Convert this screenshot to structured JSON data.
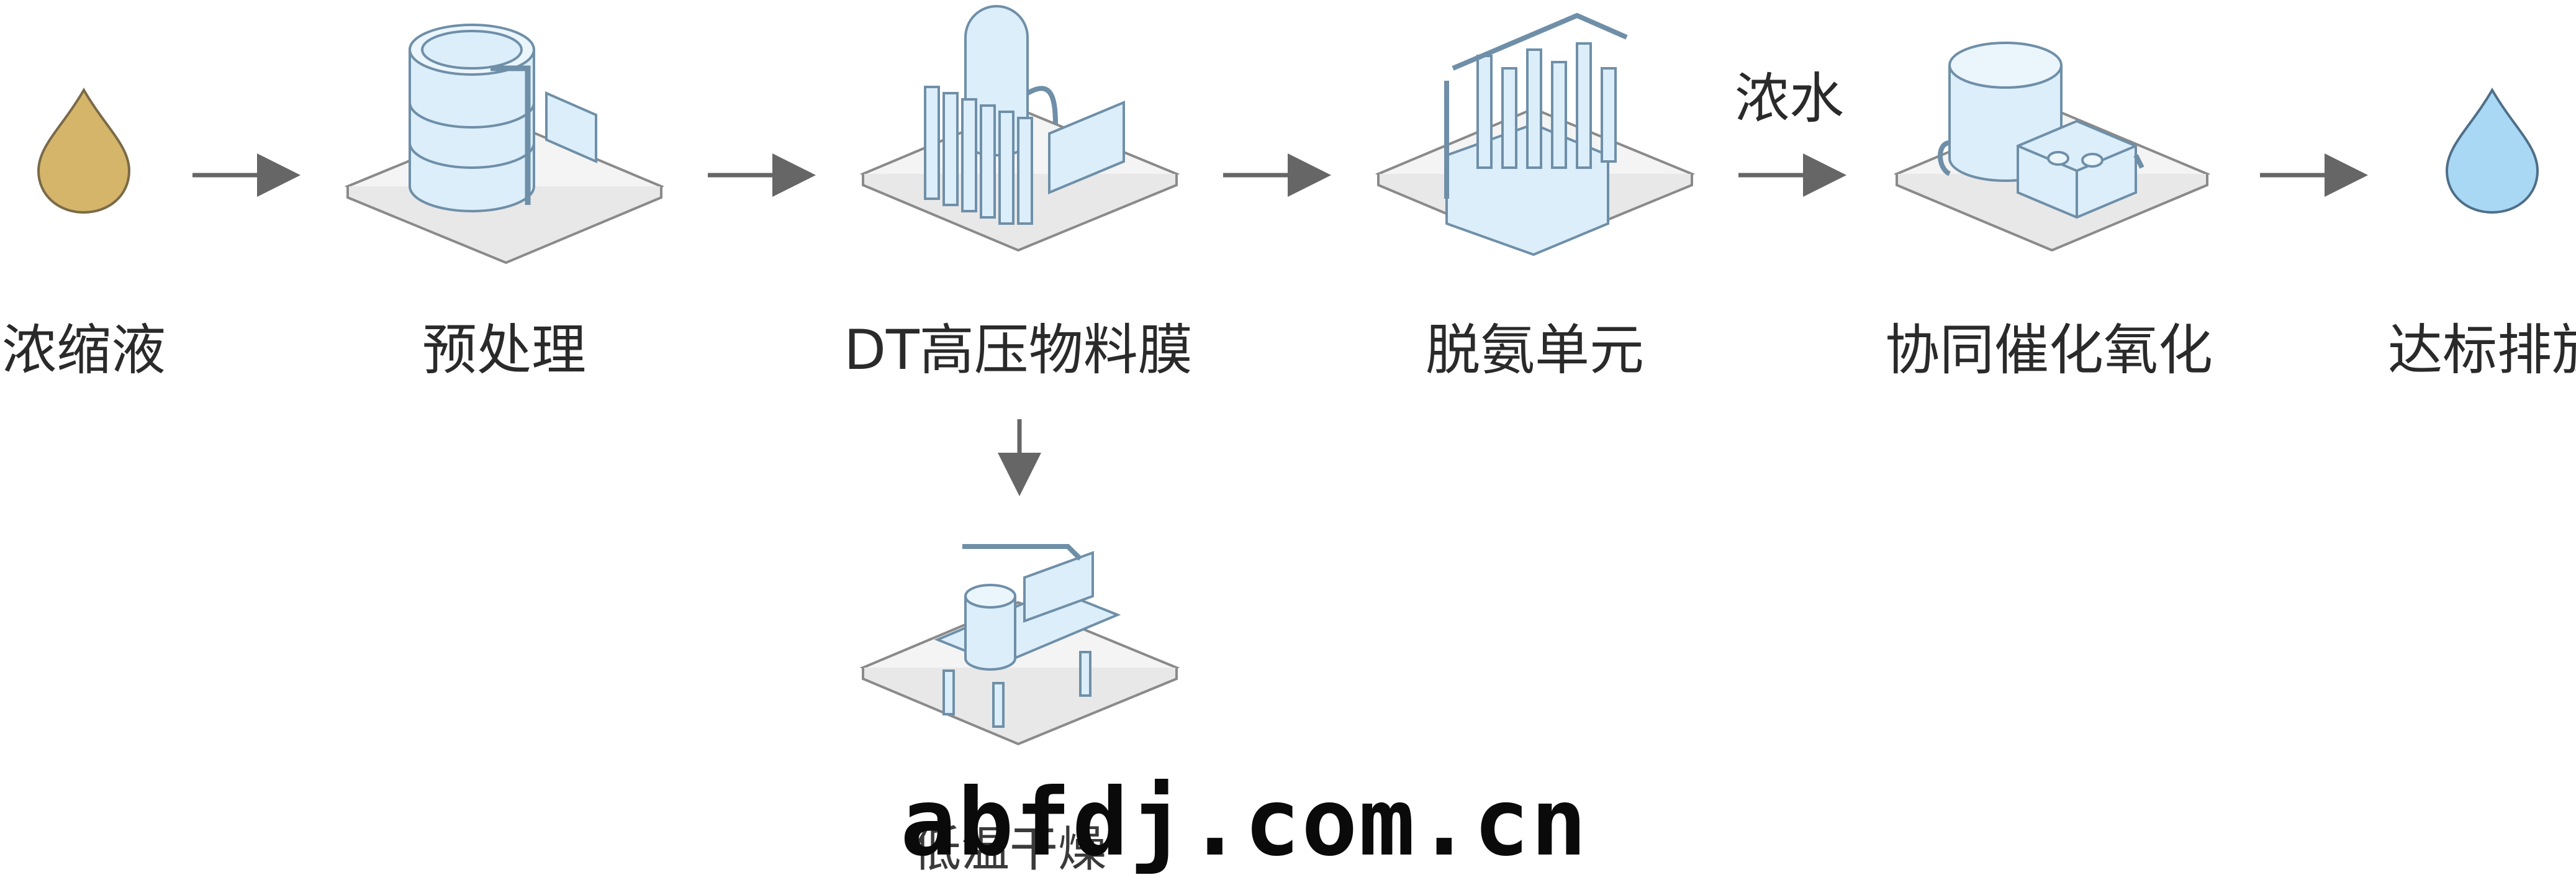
{
  "nodes": [
    {
      "id": "concentrate",
      "label": "浓缩液"
    },
    {
      "id": "pretreatment",
      "label": "预处理"
    },
    {
      "id": "dt_membrane",
      "label": "DT高压物料膜"
    },
    {
      "id": "ammonia",
      "label": "脱氨单元"
    },
    {
      "id": "oxidation",
      "label": "协同催化氧化"
    },
    {
      "id": "discharge",
      "label": "达标排放"
    },
    {
      "id": "drying",
      "label": "低温干燥"
    }
  ],
  "edges": [
    {
      "from": "concentrate",
      "to": "pretreatment",
      "label": ""
    },
    {
      "from": "pretreatment",
      "to": "dt_membrane",
      "label": ""
    },
    {
      "from": "dt_membrane",
      "to": "ammonia",
      "label": ""
    },
    {
      "from": "ammonia",
      "to": "oxidation",
      "label": "浓水"
    },
    {
      "from": "oxidation",
      "to": "discharge",
      "label": ""
    },
    {
      "from": "dt_membrane",
      "to": "drying",
      "label": ""
    }
  ],
  "colors": {
    "drop_in": "#d4b56a",
    "drop_out": "#a9d8f5",
    "equipment_fill": "#dbeefa",
    "equipment_stroke": "#6f8fa8",
    "platform": "#f4f4f4",
    "arrow": "#666666"
  },
  "watermark": "abfdj.com.cn"
}
